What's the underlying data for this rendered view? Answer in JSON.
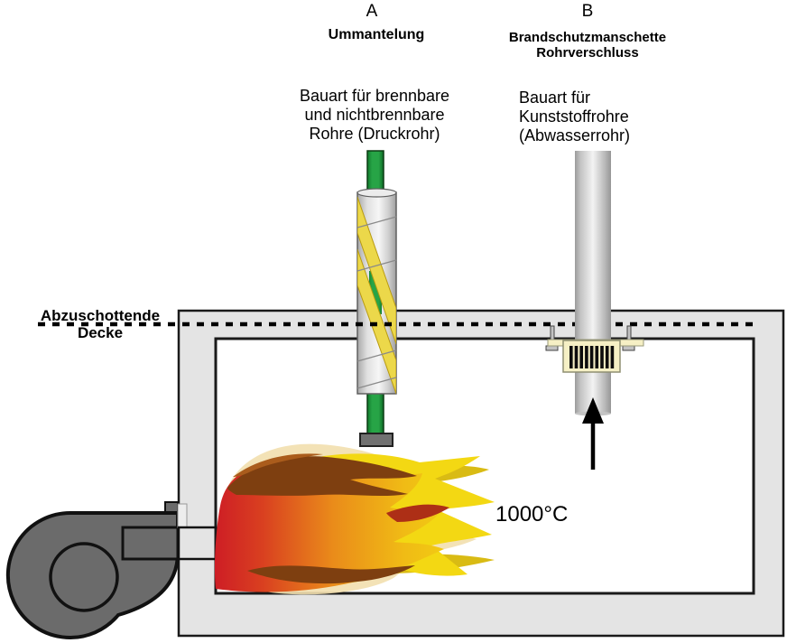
{
  "diagram": {
    "column_a": {
      "letter": "A",
      "title": "Ummantelung",
      "desc_line1": "Bauart für brennbare",
      "desc_line2": "und nichtbrennbare",
      "desc_line3": "Rohre (Druckrohr)"
    },
    "column_b": {
      "letter": "B",
      "title_line1": "Brandschutzmanschette",
      "title_line2": "Rohrverschluss",
      "desc_line1": "Bauart für",
      "desc_line2": "Kunststoffrohre",
      "desc_line3": "(Abwasserrohr)"
    },
    "ceiling": {
      "line1": "Abzuschottende",
      "line2": "Decke"
    },
    "furnace": {
      "temperature": "1000°C"
    }
  },
  "colors": {
    "oven_wall": "#e4e4e4",
    "chamber": "#ffffff",
    "outline": "#1a1a1a",
    "blower_gray": "#6b6b6b",
    "pipe_green": "#23953c",
    "wrap_yellow": "#ecd84a",
    "end_cap_gray": "#717171",
    "collar_cream": "#f6f0c5",
    "collar_bar_black": "#0d0d0d",
    "bracket_gray": "#c2c2c2",
    "flame_tan": "#f2dfae",
    "flame_yellow": "#f3d813",
    "flame_mustard": "#d9bb14",
    "flame_brown": "#7e3f10",
    "flame_brown_light": "#aa5c1c",
    "flame_accent": "#ad2f16",
    "arrow_black": "#000000"
  }
}
